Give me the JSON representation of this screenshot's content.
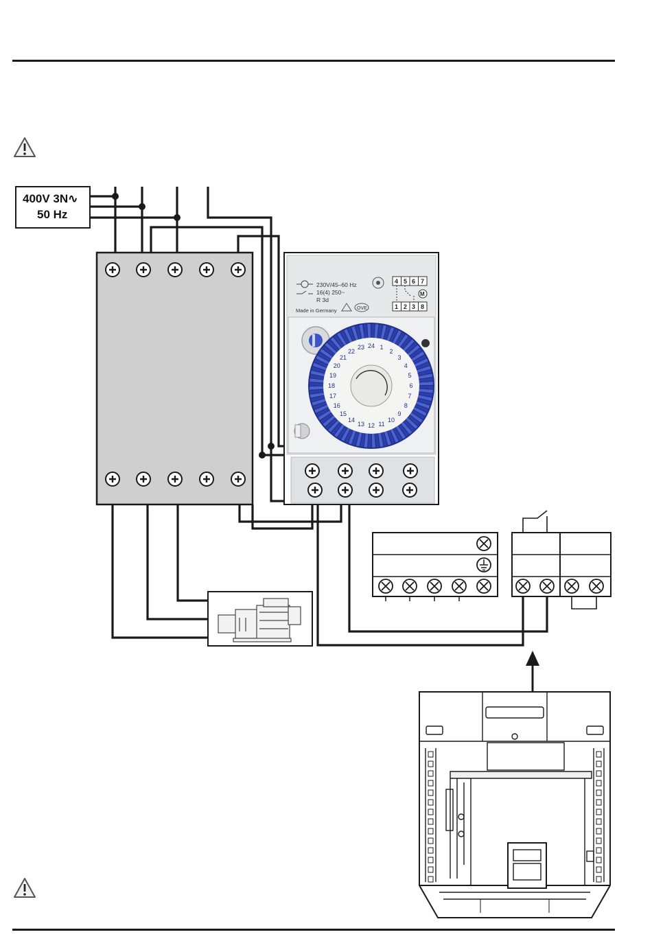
{
  "supply": {
    "voltage_label": "400V 3N",
    "frequency_label": "50 Hz"
  },
  "timer": {
    "spec_line1": "230V/45–60 Hz",
    "spec_line2": "16(4) 250~",
    "spec_line3": "R 3d",
    "made_in": "Made in Germany",
    "ove_mark": "OVE",
    "terminals_top": [
      "4",
      "5",
      "6",
      "7"
    ],
    "terminals_bottom": [
      "1",
      "2",
      "3",
      "8"
    ],
    "motor_symbol": "M",
    "dial_numbers": [
      "24",
      "1",
      "2",
      "3",
      "4",
      "5",
      "6",
      "7",
      "8",
      "9",
      "10",
      "11",
      "12",
      "13",
      "14",
      "15",
      "16",
      "17",
      "18",
      "19",
      "20",
      "21",
      "22",
      "23"
    ]
  },
  "icons": {
    "warning_top": "warning-triangle-icon",
    "warning_bottom": "warning-triangle-icon",
    "ground_symbol": "ground-icon",
    "terminal_screw": "screw-terminal-icon"
  },
  "colors": {
    "wire": "#1a1a1a",
    "contactor_fill": "#cfcfcf",
    "timer_dial": "#2d3fa6",
    "timer_body": "#e6e8ea"
  }
}
